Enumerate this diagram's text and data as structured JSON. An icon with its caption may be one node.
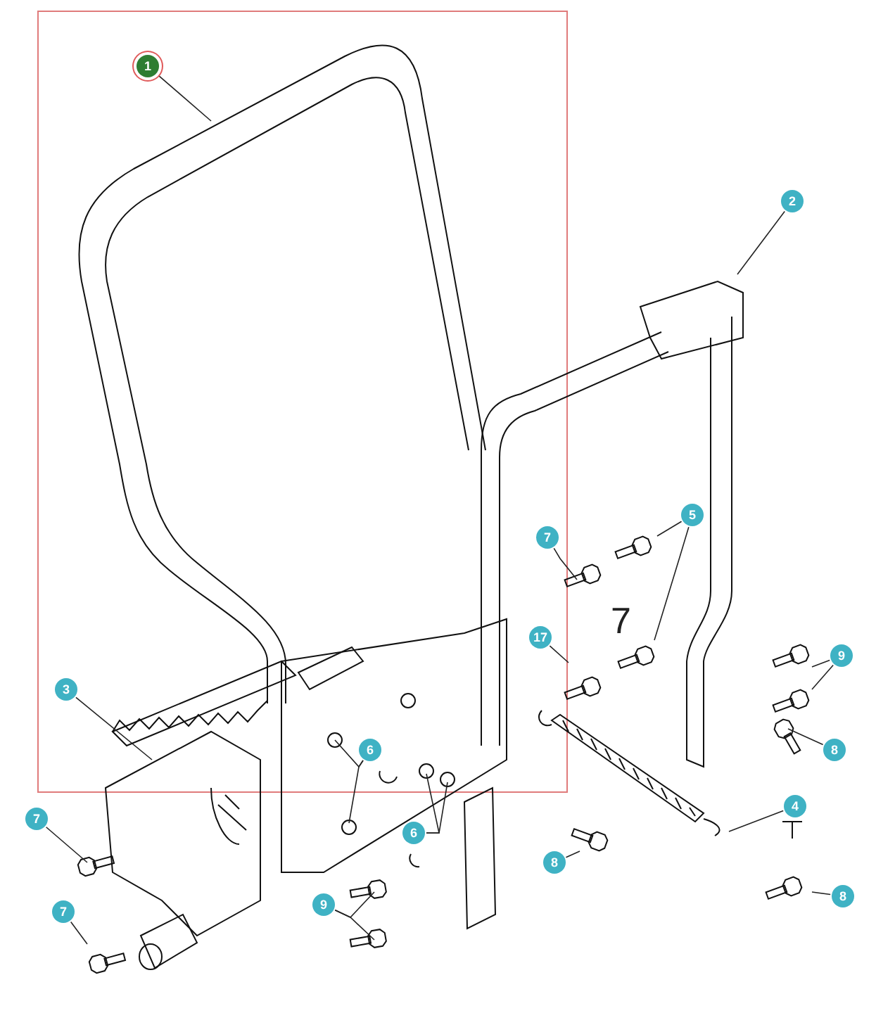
{
  "diagram": {
    "nodes": [
      {
        "text": [
          "1"
        ]
      },
      {
        "text": [
          "2"
        ]
      },
      {
        "text": [
          "3"
        ]
      },
      {
        "text": [
          "4"
        ]
      },
      {
        "text": [
          "5"
        ]
      },
      {
        "text": [
          "6"
        ]
      },
      {
        "text": [
          "6"
        ]
      },
      {
        "text": [
          "7"
        ]
      },
      {
        "text": [
          "7"
        ]
      },
      {
        "text": [
          "7"
        ]
      },
      {
        "text": [
          "8"
        ]
      },
      {
        "text": [
          "8"
        ]
      },
      {
        "text": [
          "8"
        ]
      },
      {
        "text": [
          "9"
        ]
      },
      {
        "text": [
          "9"
        ]
      },
      {
        "text": [
          "17"
        ]
      }
    ],
    "edges": [
      {
        "from": 0,
        "to": null,
        "arrow": "none"
      },
      {
        "from": 1,
        "to": null,
        "arrow": "none"
      },
      {
        "from": 2,
        "to": null,
        "arrow": "none"
      },
      {
        "from": 3,
        "to": null,
        "arrow": "none"
      },
      {
        "from": 4,
        "to": null,
        "arrow": "none"
      },
      {
        "from": 4,
        "to": null,
        "arrow": "none"
      },
      {
        "from": 5,
        "to": null,
        "arrow": "none"
      },
      {
        "from": 5,
        "to": null,
        "arrow": "none"
      },
      {
        "from": 6,
        "to": null,
        "arrow": "none"
      },
      {
        "from": 6,
        "to": null,
        "arrow": "none"
      },
      {
        "from": 7,
        "to": null,
        "arrow": "none"
      },
      {
        "from": 8,
        "to": null,
        "arrow": "none"
      },
      {
        "from": 9,
        "to": null,
        "arrow": "none"
      },
      {
        "from": 10,
        "to": null,
        "arrow": "none"
      },
      {
        "from": 11,
        "to": null,
        "arrow": "none"
      },
      {
        "from": 12,
        "to": null,
        "arrow": "none"
      },
      {
        "from": 13,
        "to": null,
        "arrow": "none"
      },
      {
        "from": 13,
        "to": null,
        "arrow": "none"
      },
      {
        "from": 14,
        "to": null,
        "arrow": "none"
      },
      {
        "from": 14,
        "to": null,
        "arrow": "none"
      },
      {
        "from": 15,
        "to": null,
        "arrow": "none"
      }
    ],
    "labels": [
      "7"
    ]
  }
}
